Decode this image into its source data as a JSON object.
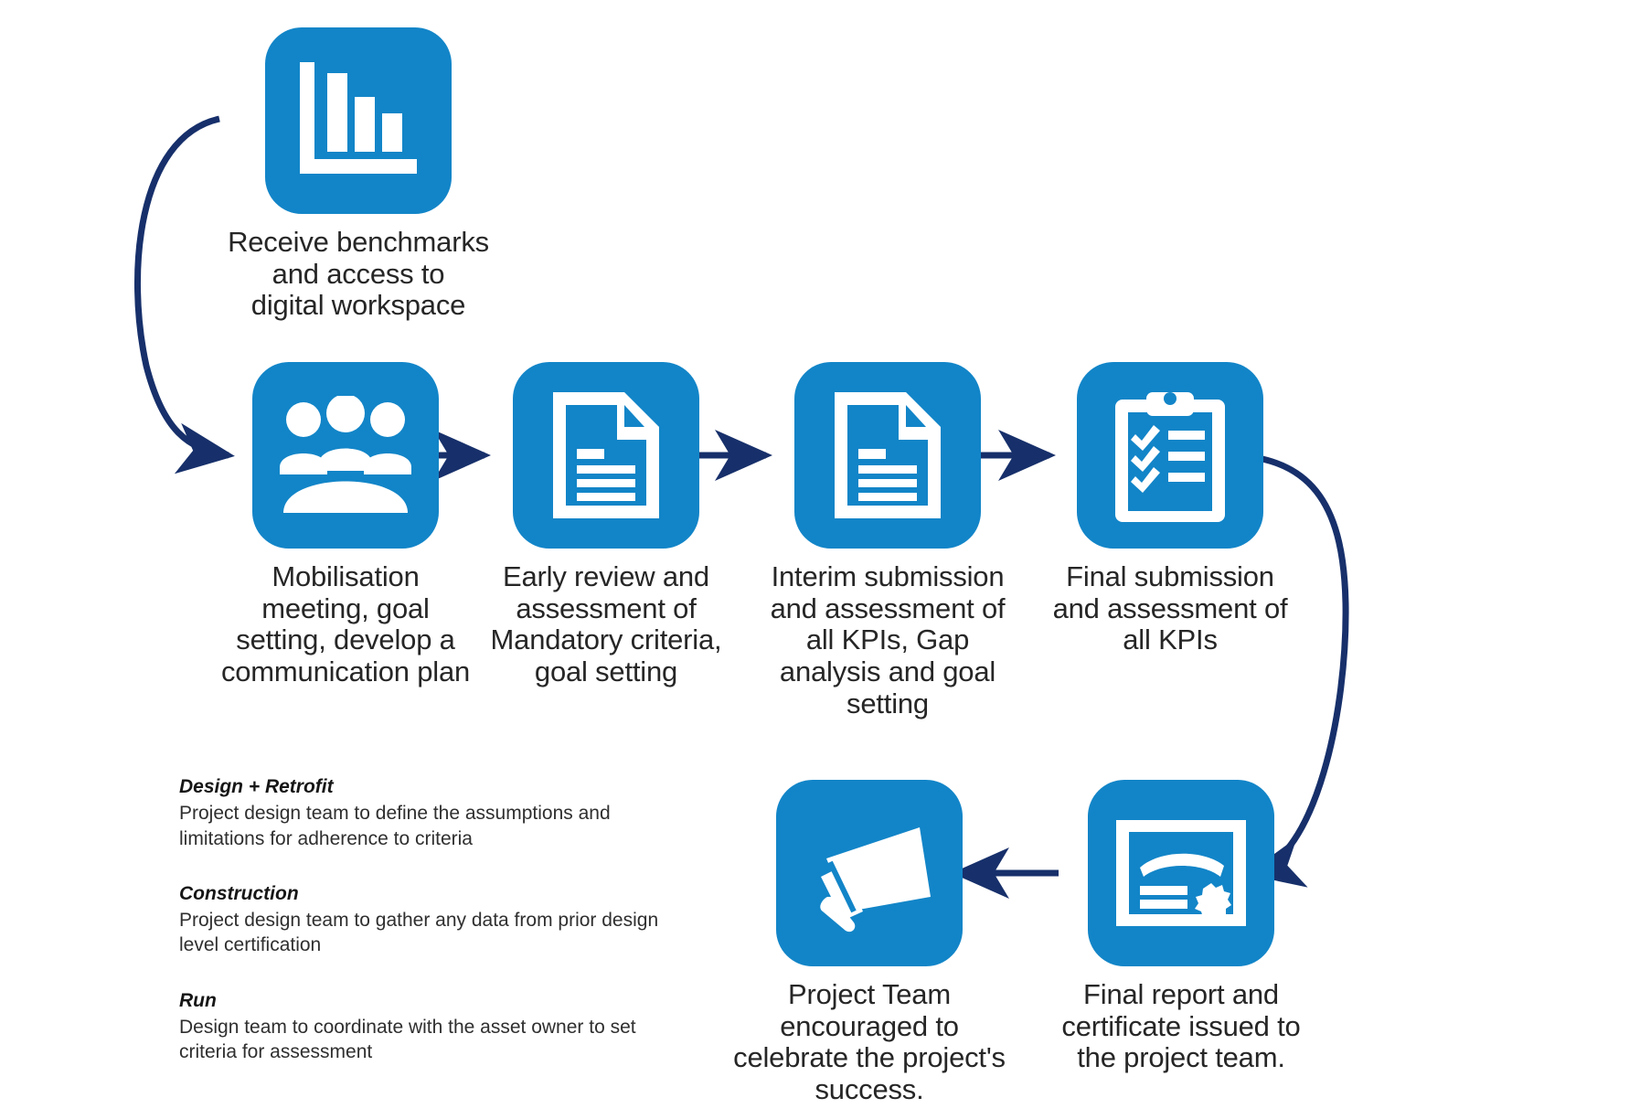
{
  "palette": {
    "tile_blue": "#1285c8",
    "arrow_navy": "#17306b",
    "text_dark": "#262626",
    "background": "#ffffff"
  },
  "flow": {
    "nodes": [
      {
        "id": "receive-benchmarks",
        "icon": "bar-chart-icon",
        "caption": "Receive benchmarks\nand access to\ndigital workspace"
      },
      {
        "id": "mobilisation-meeting",
        "icon": "people-group-icon",
        "caption": "Mobilisation\nmeeting, goal\nsetting, develop a\ncommunication plan"
      },
      {
        "id": "early-review",
        "icon": "document-icon",
        "caption": "Early review and\nassessment of\nMandatory criteria,\ngoal setting"
      },
      {
        "id": "interim-submission",
        "icon": "document-icon",
        "caption": "Interim submission\nand assessment of\nall KPIs, Gap\nanalysis and goal\nsetting"
      },
      {
        "id": "final-submission",
        "icon": "clipboard-checklist-icon",
        "caption": "Final submission\nand assessment of\nall KPIs"
      },
      {
        "id": "final-report",
        "icon": "certificate-icon",
        "caption": "Final report and\ncertificate issued to\nthe project team."
      },
      {
        "id": "celebrate-success",
        "icon": "megaphone-icon",
        "caption": "Project Team\nencouraged to\ncelebrate the project's\nsuccess."
      }
    ]
  },
  "legend": {
    "entries": [
      {
        "title": "Design + Retrofit",
        "body": "Project design team to define the assumptions and\nlimitations for adherence to criteria"
      },
      {
        "title": "Construction",
        "body": "Project design team to gather any data from prior design\nlevel certification"
      },
      {
        "title": "Run",
        "body": "Design team to coordinate with the asset owner to set\ncriteria for assessment"
      }
    ]
  }
}
